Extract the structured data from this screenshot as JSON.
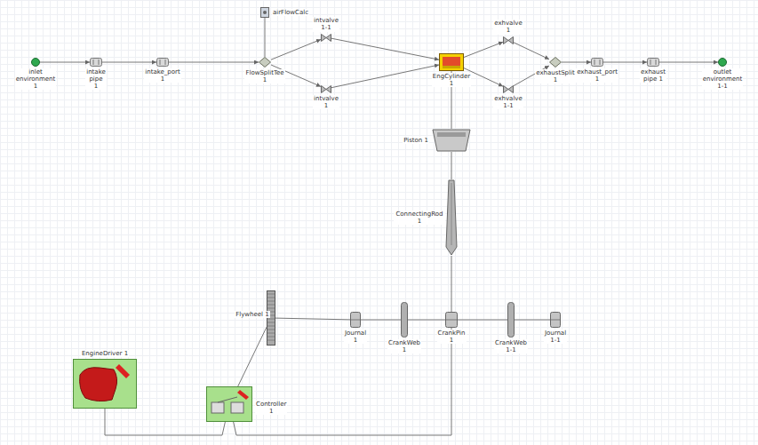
{
  "diagram": {
    "nodes": [
      {
        "text": [
          "inlet environment 1"
        ]
      },
      {
        "text": [
          "intake pipe 1"
        ]
      },
      {
        "text": [
          "intake_port 1"
        ]
      },
      {
        "text": [
          "airFlowCalc"
        ]
      },
      {
        "text": [
          "FlowSplitTee 1"
        ]
      },
      {
        "text": [
          "intvalve 1-1"
        ]
      },
      {
        "text": [
          "intvalve 1"
        ]
      },
      {
        "text": [
          "EngCylinder 1"
        ]
      },
      {
        "text": [
          "exhvalve 1"
        ]
      },
      {
        "text": [
          "exhvalve 1-1"
        ]
      },
      {
        "text": [
          "exhaustSplit 1"
        ]
      },
      {
        "text": [
          "exhaust_port 1"
        ]
      },
      {
        "text": [
          "exhaust pipe 1"
        ]
      },
      {
        "text": [
          "outlet environment 1-1"
        ]
      },
      {
        "text": [
          "Piston 1"
        ]
      },
      {
        "text": [
          "ConnectingRod 1"
        ]
      },
      {
        "text": [
          "Flywheel 1"
        ]
      },
      {
        "text": [
          "Journal 1"
        ]
      },
      {
        "text": [
          "CrankWeb 1"
        ]
      },
      {
        "text": [
          "CrankPin 1"
        ]
      },
      {
        "text": [
          "CrankWeb 1-1"
        ]
      },
      {
        "text": [
          "Journal 1-1"
        ]
      },
      {
        "text": [
          "EngineDriver 1"
        ]
      },
      {
        "text": [
          "Controller 1"
        ]
      }
    ],
    "edges": [
      {
        "from": 0,
        "to": 1,
        "arrow": "to"
      },
      {
        "from": 1,
        "to": 2,
        "arrow": "to"
      },
      {
        "from": 2,
        "to": 4,
        "arrow": "to"
      },
      {
        "from": 3,
        "to": 4,
        "arrow": "none"
      },
      {
        "from": 4,
        "to": 5,
        "arrow": "to"
      },
      {
        "from": 4,
        "to": 6,
        "arrow": "to"
      },
      {
        "from": 5,
        "to": 7,
        "arrow": "to"
      },
      {
        "from": 6,
        "to": 7,
        "arrow": "to"
      },
      {
        "from": 7,
        "to": 8,
        "arrow": "to"
      },
      {
        "from": 7,
        "to": 9,
        "arrow": "to"
      },
      {
        "from": 8,
        "to": 10,
        "arrow": "to"
      },
      {
        "from": 9,
        "to": 10,
        "arrow": "to"
      },
      {
        "from": 10,
        "to": 11,
        "arrow": "to"
      },
      {
        "from": 11,
        "to": 12,
        "arrow": "to"
      },
      {
        "from": 12,
        "to": 13,
        "arrow": "to"
      },
      {
        "from": 7,
        "to": 14,
        "arrow": "none"
      },
      {
        "from": 14,
        "to": 15,
        "arrow": "none"
      },
      {
        "from": 15,
        "to": 19,
        "arrow": "none"
      },
      {
        "from": 16,
        "to": 17,
        "arrow": "none"
      },
      {
        "from": 17,
        "to": 18,
        "arrow": "none"
      },
      {
        "from": 18,
        "to": 19,
        "arrow": "none"
      },
      {
        "from": 19,
        "to": 20,
        "arrow": "none"
      },
      {
        "from": 20,
        "to": 21,
        "arrow": "none"
      },
      {
        "from": 22,
        "to": 23,
        "arrow": "none"
      },
      {
        "from": 23,
        "to": 16,
        "arrow": "none"
      },
      {
        "from": 23,
        "to": 19,
        "arrow": "none"
      }
    ]
  }
}
